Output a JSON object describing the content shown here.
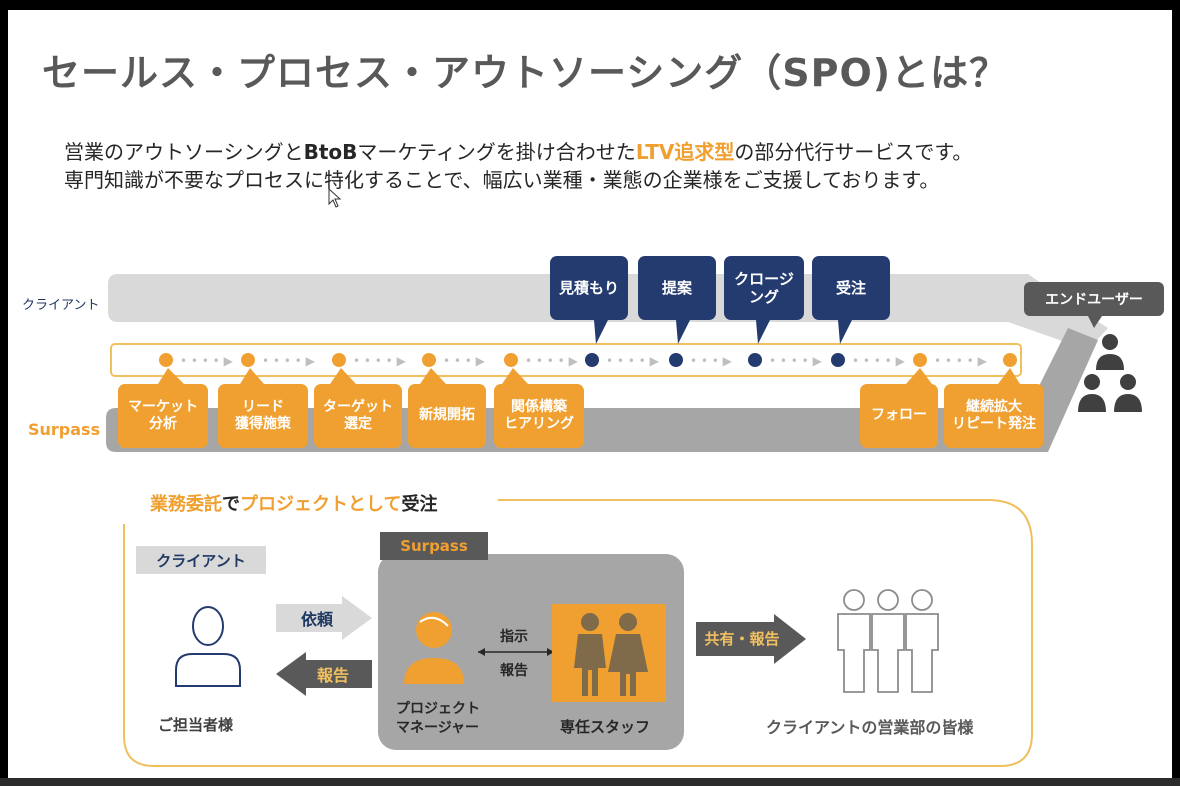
{
  "title": "セールス・プロセス・アウトソーシング（SPO)とは？",
  "intro": {
    "line1_pre": "営業のアウトソーシングと",
    "line1_bold": "BtoB",
    "line1_mid": "マーケティングを掛け合わせた",
    "line1_highlight": "LTV追求型",
    "line1_post": "の部分代行サービスです。",
    "line2": "専門知識が不要なプロセスに特化することで、幅広い業種・業態の企業様をご支援しております。"
  },
  "lanes": {
    "client": "クライアント",
    "surpass": "Surpass"
  },
  "client_steps": [
    {
      "label": "見積もり"
    },
    {
      "label": "提案"
    },
    {
      "label": "クロージ\nング"
    },
    {
      "label": "受注"
    }
  ],
  "surpass_steps": [
    {
      "label": "マーケット\n分析"
    },
    {
      "label": "リード\n獲得施策"
    },
    {
      "label": "ターゲット\n選定"
    },
    {
      "label": "新規開拓"
    },
    {
      "label": "関係構築\nヒアリング"
    },
    {
      "label": "フォロー"
    },
    {
      "label": "継続拡大\nリピート発注"
    }
  ],
  "end_user": "エンドユーザー",
  "section": {
    "title_part1": "業務委託",
    "title_part2": "で",
    "title_part3": "プロジェクトとして",
    "title_part4": "受注"
  },
  "flow": {
    "client_label": "クライアント",
    "client_caption": "ご担当者様",
    "request": "依頼",
    "report": "報告",
    "surpass_label": "Surpass",
    "instruct": "指示",
    "report_inner": "報告",
    "pm_caption_line1": "プロジェクト",
    "pm_caption_line2": "マネージャー",
    "staff_caption": "専任スタッフ",
    "share": "共有・報告",
    "sales_caption": "クライアントの営業部の皆様"
  },
  "colors": {
    "navy": "#243b70",
    "orange": "#f0a030",
    "gray_band": "#d9d9d9",
    "dark_gray": "#595959"
  }
}
